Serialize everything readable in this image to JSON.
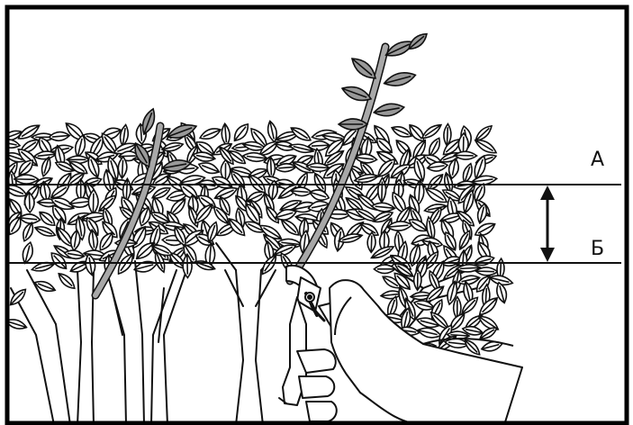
{
  "labels": {
    "upper_line": "А",
    "lower_line": "Б"
  },
  "colors": {
    "frame": "#000000",
    "outline": "#111111",
    "leaf_fill": "#ffffff",
    "shoot_leaf_fill": "#999999",
    "shoot_stem": "#a8a8a8",
    "background": "#ffffff"
  },
  "icons": {
    "arrow": "double-headed-vertical-arrow",
    "tool": "pruning-shears"
  }
}
